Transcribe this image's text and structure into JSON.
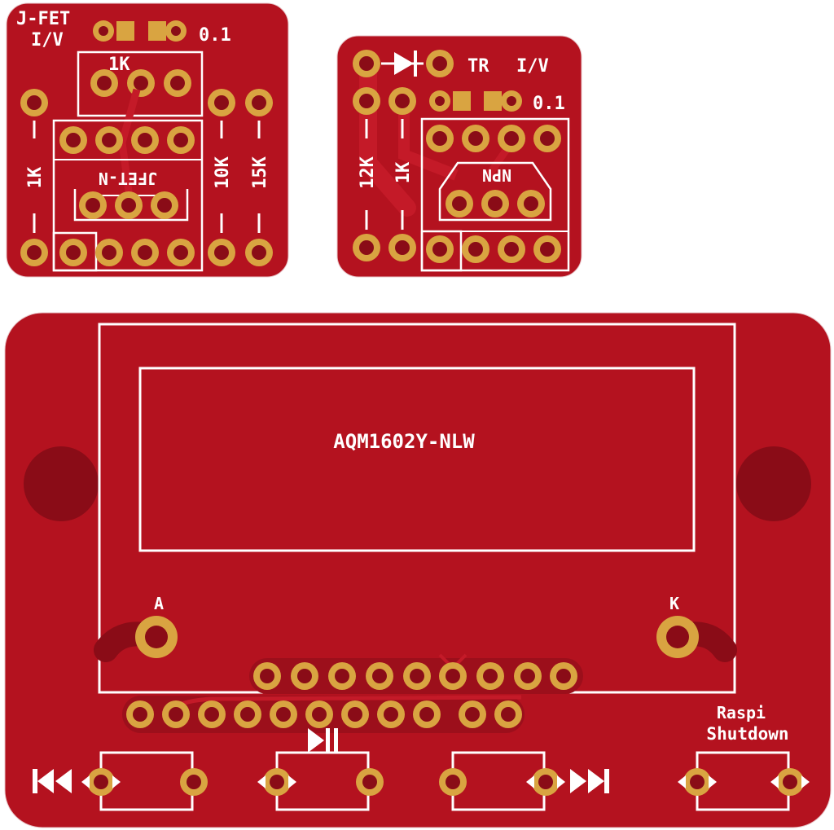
{
  "colors": {
    "background": "#ffffff",
    "board": "#b4121f",
    "board_dark": "#8a0c17",
    "trace": "#c41a28",
    "pad": "#d9a441",
    "pad_hole": "#7a0c15",
    "silk": "#ffffff"
  },
  "board_jfet": {
    "title": "J-FET",
    "subtitle": "I/V",
    "cap_label": "0.1",
    "pot_label": "1K",
    "chip_label": "JFET-N",
    "resistor_left": "1K",
    "resistor_mid": "10K",
    "resistor_right": "15K"
  },
  "board_tr": {
    "title": "TR",
    "subtitle": "I/V",
    "cap_label": "0.1",
    "chip_label": "NPN",
    "resistor_left": "12K",
    "resistor_right": "1K"
  },
  "board_lcd": {
    "lcd_label": "AQM1602Y-NLW",
    "anode_label": "A",
    "cathode_label": "K",
    "shutdown_label_1": "Raspi",
    "shutdown_label_2": "Shutdown",
    "button_icons": [
      "skip-back-icon",
      "play-pause-icon",
      "skip-forward-icon"
    ]
  }
}
